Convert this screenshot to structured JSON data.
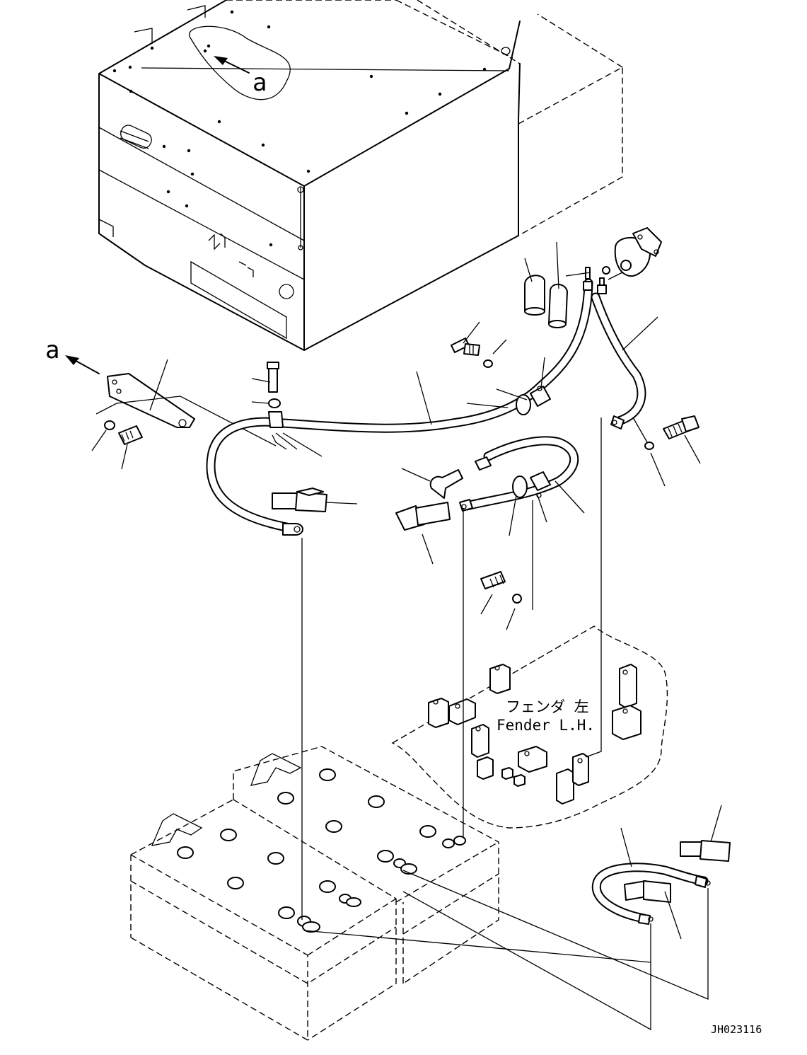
{
  "view_labels": {
    "a_top": "a",
    "a_left": "a"
  },
  "fender_label_jp": "フェンダ 左",
  "fender_label_en": "Fender L.H.",
  "drawing_code": "JH023116"
}
